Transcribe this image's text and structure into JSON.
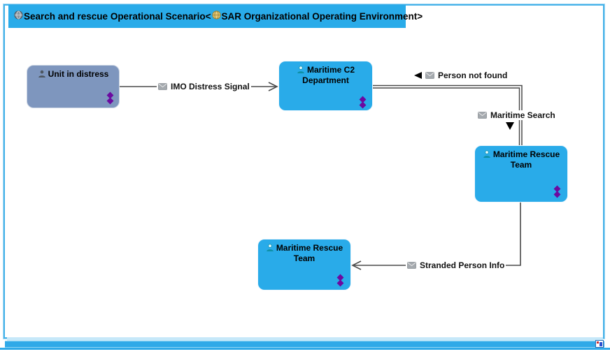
{
  "colors": {
    "title_bar": "#29ABE9",
    "node_blue": "#29ABE9",
    "node_gray_blue": "#7E96BE",
    "connector": "#4A4A4A",
    "frame_border": "#44B1E8",
    "decorator_purple": "#6B0AA0"
  },
  "title_bar": {
    "part1": "Search and rescue Operational Scenario<",
    "part2": "SAR Organizational Operating Environment>"
  },
  "nodes": [
    {
      "label": "Unit in distress"
    },
    {
      "label": "Maritime C2 Department"
    },
    {
      "label": "Maritime Rescue Team"
    },
    {
      "label": "Maritime Rescue Team"
    }
  ],
  "messages": [
    {
      "label": "IMO Distress Signal",
      "direction": "right"
    },
    {
      "label": "Person not found",
      "direction": "left"
    },
    {
      "label": "Maritime Search",
      "direction": "down"
    },
    {
      "label": "Stranded Person Info",
      "direction": "left"
    }
  ]
}
